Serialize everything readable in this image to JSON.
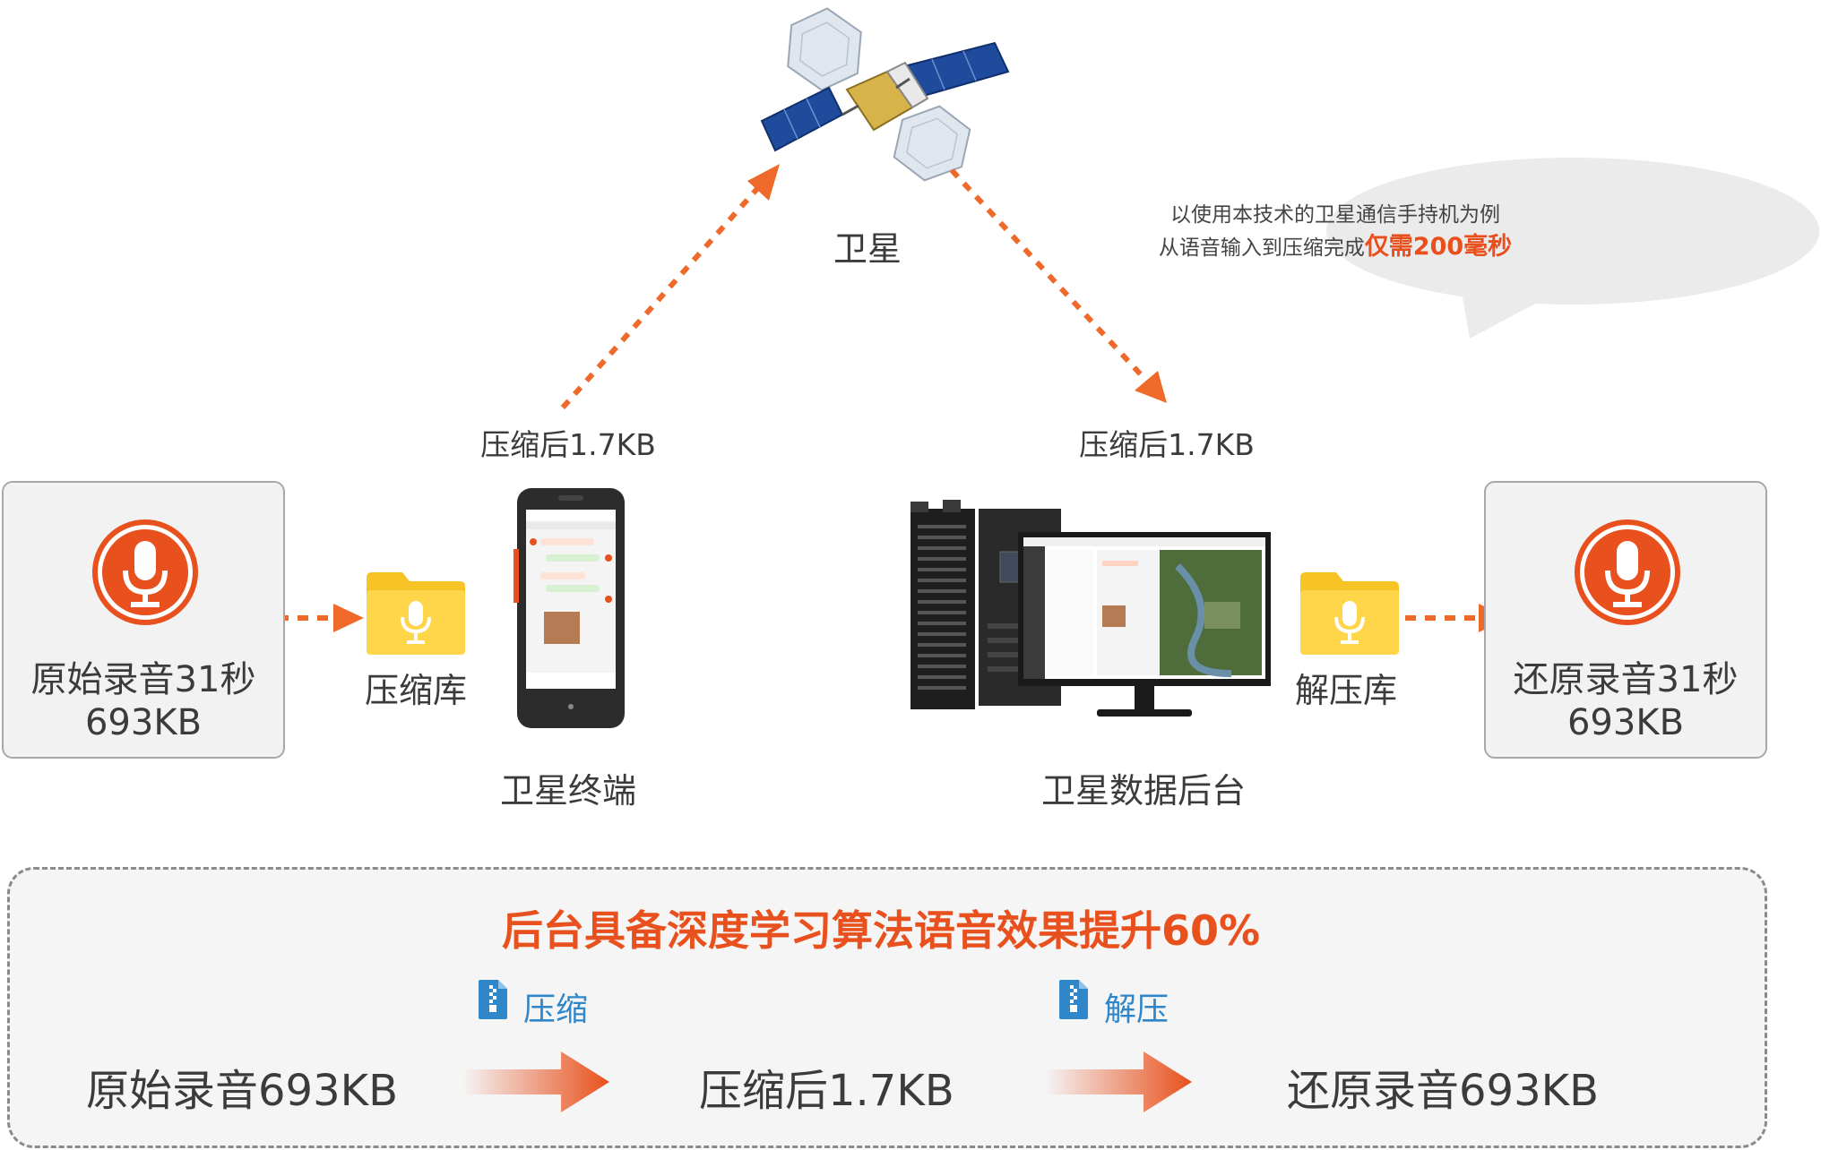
{
  "satellite": {
    "label": "卫星"
  },
  "uplink": {
    "label": "压缩后1.7KB"
  },
  "downlink": {
    "label": "压缩后1.7KB"
  },
  "bubble": {
    "line1": "以使用本技术的卫星通信手持机为例",
    "line2_prefix": "从语音输入到压缩完成",
    "line2_highlight": "仅需200毫秒"
  },
  "source_audio": {
    "line1": "原始录音31秒",
    "line2": "693KB"
  },
  "compress_lib": {
    "label": "压缩库"
  },
  "terminal": {
    "label": "卫星终端"
  },
  "backend": {
    "label": "卫星数据后台"
  },
  "decompress_lib": {
    "label": "解压库"
  },
  "restored_audio": {
    "line1": "还原录音31秒",
    "line2": "693KB"
  },
  "panel": {
    "title": "后台具备深度学习算法语音效果提升60%",
    "step1_label": "压缩",
    "step2_label": "解压",
    "flow": [
      "原始录音693KB",
      "压缩后1.7KB",
      "还原录音693KB"
    ]
  },
  "colors": {
    "accent": "#e8501d",
    "folder": "#f7c325",
    "blue": "#2f86c8",
    "panel_bg": "#f5f5f5"
  },
  "icons": [
    "satellite-icon",
    "microphone-icon",
    "folder-mic-icon",
    "phone-device",
    "server-rack",
    "monitor",
    "zip-file-icon",
    "arrow-icon"
  ]
}
